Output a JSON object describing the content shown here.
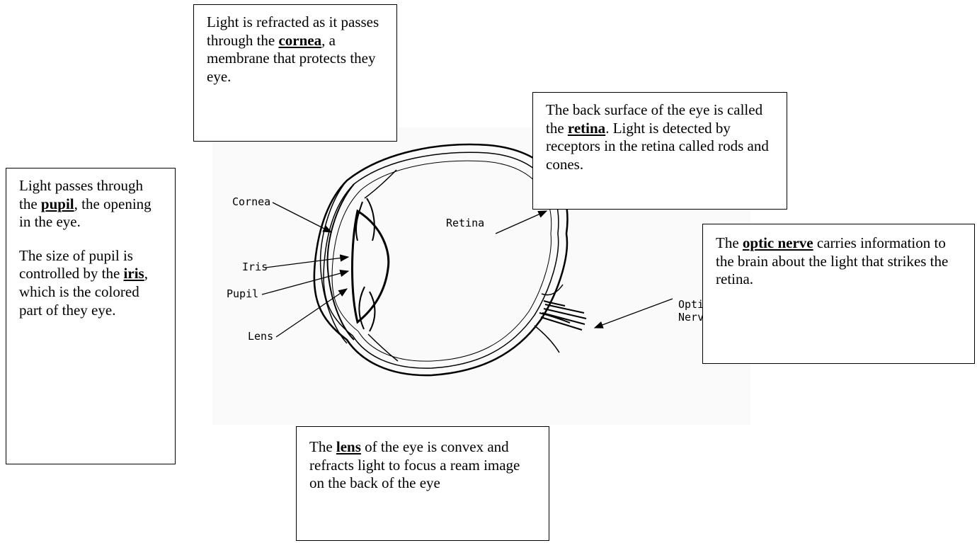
{
  "diagram": {
    "labels": {
      "cornea": "Cornea",
      "iris": "Iris",
      "pupil": "Pupil",
      "lens": "Lens",
      "retina": "Retina",
      "optic_line1": "Opti",
      "optic_line2": "Nerv"
    }
  },
  "boxes": {
    "cornea": {
      "pre": "Light is refracted as it passes through the ",
      "term": "cornea",
      "post": ", a membrane that protects they eye."
    },
    "retina": {
      "pre": "The back surface of the eye is called the ",
      "term": "retina",
      "post": ". Light is detected by receptors in the retina called rods and cones."
    },
    "pupil": {
      "pre": "Light passes through the ",
      "term": "pupil",
      "post": ", the opening in the eye.",
      "pre2": "The size of pupil is controlled by the ",
      "term2": "iris",
      "post2": ", which is the colored part of they eye."
    },
    "optic": {
      "pre": "The ",
      "term": "optic nerve",
      "post": " carries information to the brain about the light that strikes the retina."
    },
    "lens": {
      "pre": "The ",
      "term": "lens",
      "post": " of the eye is convex and refracts light to focus a ream image on the back of the eye"
    }
  }
}
